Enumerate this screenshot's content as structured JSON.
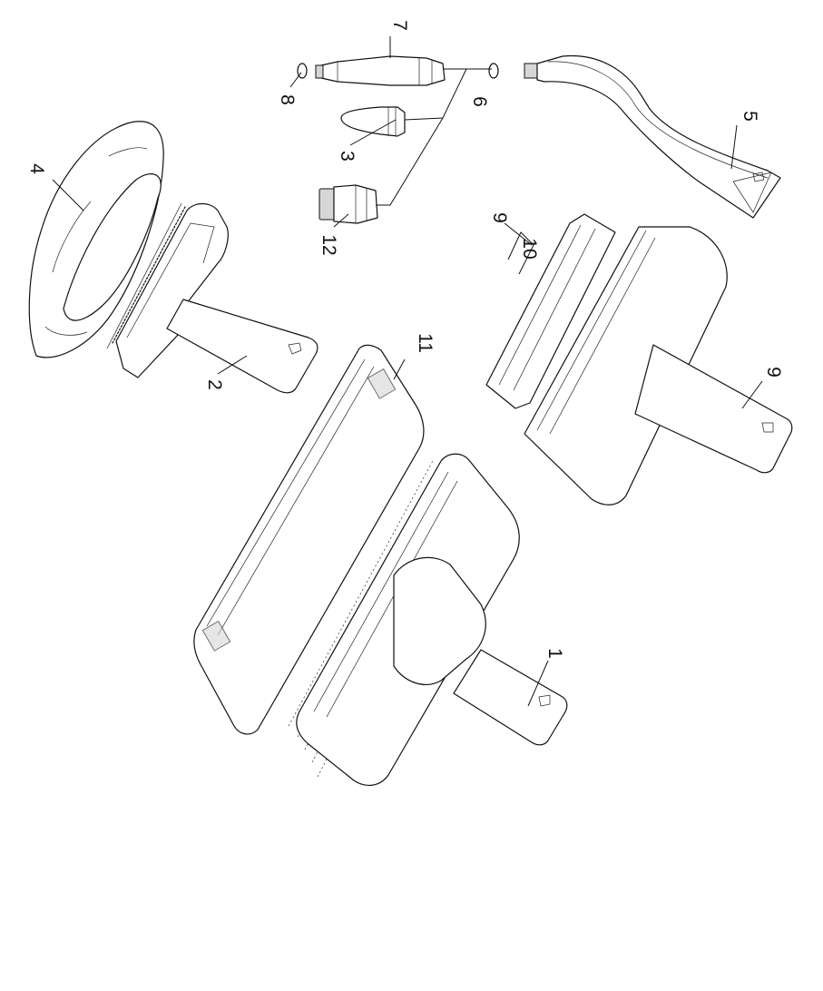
{
  "callouts": [
    {
      "text": "1"
    },
    {
      "text": "2"
    },
    {
      "text": "3"
    },
    {
      "text": "4"
    },
    {
      "text": "5"
    },
    {
      "text": "6"
    },
    {
      "text": "7"
    },
    {
      "text": "8"
    },
    {
      "text": "9"
    },
    {
      "text": "9"
    },
    {
      "text": "10"
    },
    {
      "text": "11"
    },
    {
      "text": "12"
    }
  ]
}
